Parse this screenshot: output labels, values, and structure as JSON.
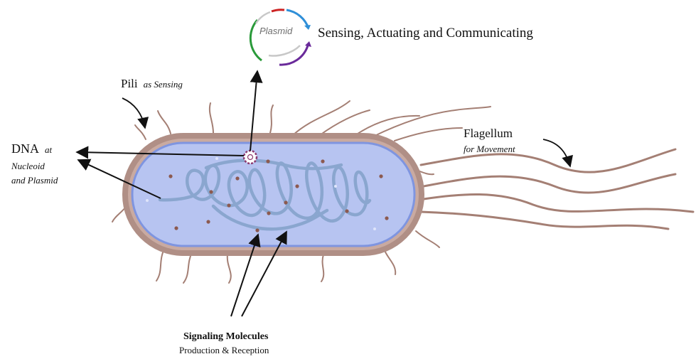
{
  "plasmid": {
    "label": "Plasmid"
  },
  "labels": {
    "sensing_title": "Sensing, Actuating and Communicating",
    "pili_main": "Pili",
    "pili_sub": "as Sensing",
    "dna_main": "DNA",
    "dna_at": "at",
    "dna_line2": "Nucleoid",
    "dna_line3": "and Plasmid",
    "flagellum_main": "Flagellum",
    "flagellum_sub": "for Movement",
    "signaling_main": "Signaling Molecules",
    "signaling_sub": "Production & Reception"
  },
  "colors": {
    "membrane": "#b08f86",
    "cytoplasm": "#b7c4f1",
    "cytoplasm_edge": "#7f95e0",
    "dna": "#8aa6cf",
    "granule": "#8c5a50",
    "appendage": "#a47f74",
    "plasmid_red": "#cc2222",
    "plasmid_blue": "#2f8fd8",
    "plasmid_purple": "#6a2a9a",
    "plasmid_green": "#2a9a3a"
  }
}
